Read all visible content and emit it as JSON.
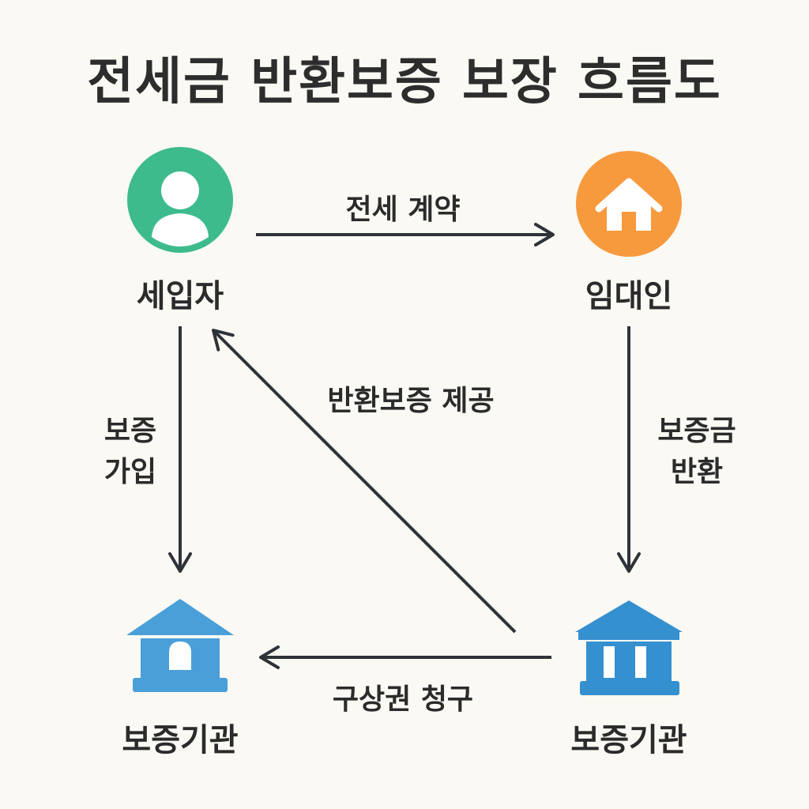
{
  "title": "전세금 반환보증 보장 흐름도",
  "nodes": {
    "tenant": {
      "label": "세입자",
      "icon": "person-icon",
      "color": "#3dbb8c"
    },
    "landlord": {
      "label": "임대인",
      "icon": "house-icon",
      "color": "#f7993d"
    },
    "guarantor_left": {
      "label": "보증기관",
      "icon": "building-icon",
      "color": "#4a9fd8"
    },
    "guarantor_right": {
      "label": "보증기관",
      "icon": "bank-icon",
      "color": "#3590d0"
    }
  },
  "edges": {
    "lease_contract": "전세 계약",
    "join_guarantee": [
      "보증",
      "가입"
    ],
    "return_deposit": [
      "보증금",
      "반환"
    ],
    "provide_guarantee": "반환보증 제공",
    "subrogation_claim": "구상권 청구"
  },
  "colors": {
    "arrow": "#2e3338"
  }
}
